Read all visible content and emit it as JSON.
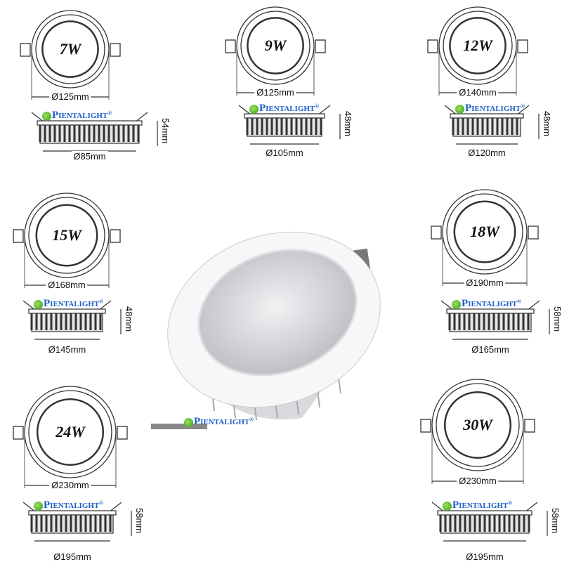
{
  "brand": {
    "logo_text": "PIENTALIGHT",
    "registered": "®",
    "color": "#1b5fc9"
  },
  "models": [
    {
      "watt": "7W",
      "outer_diameter": "Ø125mm",
      "cutout_diameter": "Ø85mm",
      "height": "54mm"
    },
    {
      "watt": "9W",
      "outer_diameter": "Ø125mm",
      "cutout_diameter": "Ø105mm",
      "height": "48mm"
    },
    {
      "watt": "12W",
      "outer_diameter": "Ø140mm",
      "cutout_diameter": "Ø120mm",
      "height": "48mm"
    },
    {
      "watt": "15W",
      "outer_diameter": "Ø168mm",
      "cutout_diameter": "Ø145mm",
      "height": "48mm"
    },
    {
      "watt": "18W",
      "outer_diameter": "Ø190mm",
      "cutout_diameter": "Ø165mm",
      "height": "58mm"
    },
    {
      "watt": "24W",
      "outer_diameter": "Ø230mm",
      "cutout_diameter": "Ø195mm",
      "height": "58mm"
    },
    {
      "watt": "30W",
      "outer_diameter": "Ø230mm",
      "cutout_diameter": "Ø195mm",
      "height": "58mm"
    }
  ]
}
